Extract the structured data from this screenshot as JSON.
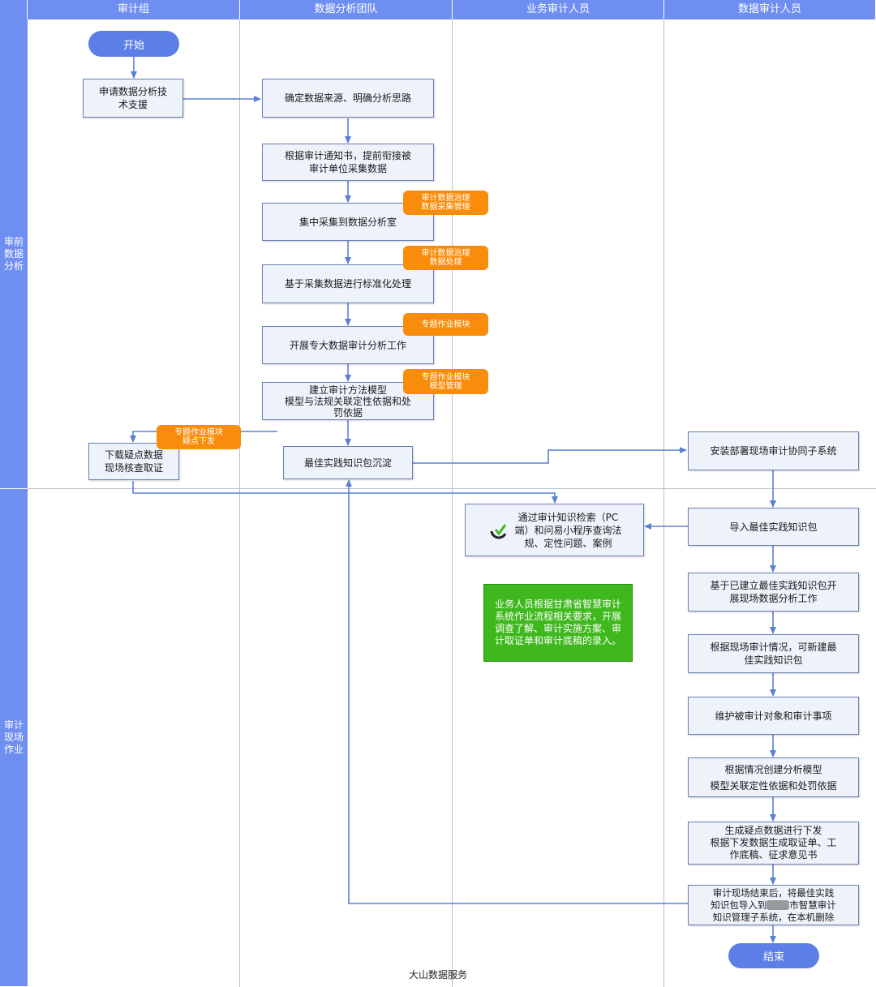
{
  "lanes": [
    "审计组",
    "数据分析团队",
    "业务审计人员",
    "数据审计人员"
  ],
  "phases": [
    "审前数据分析",
    "审计现场作业"
  ],
  "nodes": {
    "start": "开始",
    "apply": [
      "申请数据分析技",
      "术支援"
    ],
    "determine": "确定数据来源、明确分析思路",
    "notice": [
      "根据审计通知书，提前衔接被",
      "审计单位采集数据"
    ],
    "collect": "集中采集到数据分析室",
    "standardize": "基于采集数据进行标准化处理",
    "bigdata": "开展专大数据审计分析工作",
    "model": [
      "建立审计方法模型",
      "模型与法规关联定性依据和处",
      "罚依据"
    ],
    "download": [
      "下载疑点数据",
      "现场核查取证"
    ],
    "bestpractice": "最佳实践知识包沉淀",
    "search": [
      "通过审计知识检索（PC",
      "端）和问易小程序查询法",
      "规、定性问题、案例"
    ],
    "install": "安装部署现场审计协同子系统",
    "import": "导入最佳实践知识包",
    "analysis": [
      "基于已建立最佳实践知识包开",
      "展现场数据分析工作"
    ],
    "newpkg": [
      "根据现场审计情况，可新建最",
      "佳实践知识包"
    ],
    "maintain": "维护被审计对象和审计事项",
    "createmodel": [
      "根据情况创建分析模型",
      "模型关联定性依据和处罚依据"
    ],
    "issue": [
      "生成疑点数据进行下发",
      "根据下发数据生成取证单、工",
      "作底稿、征求意见书"
    ],
    "finish": [
      "审计现场结束后，将最佳实践",
      "知识包导入到",
      "市智慧审计",
      "知识管理子系统，在本机删除"
    ],
    "end": "结束"
  },
  "tags": {
    "t1": [
      "审计数据治理",
      "数据采集管理"
    ],
    "t2": [
      "审计数据治理",
      "数据处理"
    ],
    "t3": [
      "专题作业模块"
    ],
    "t4": [
      "专题作业模块",
      "模型管理"
    ],
    "t5": [
      "专题作业模块",
      "疑点下发"
    ]
  },
  "green_note": "业务人员根据甘肃省智慧审计系统作业流程相关要求，开展调查了解、审计实施方案、审计取证单和审计底稿的录入。",
  "footer": "大山数据服务",
  "colors": {
    "lane_header": "#6f8ef1",
    "box_fill": "#eef3fb",
    "arrow": "#5b7fd6",
    "tag": "#f98c0a",
    "note": "#3fb81d",
    "terminal": "#5b7fe6"
  },
  "icons": [
    "knowledge-search-logo-icon"
  ]
}
